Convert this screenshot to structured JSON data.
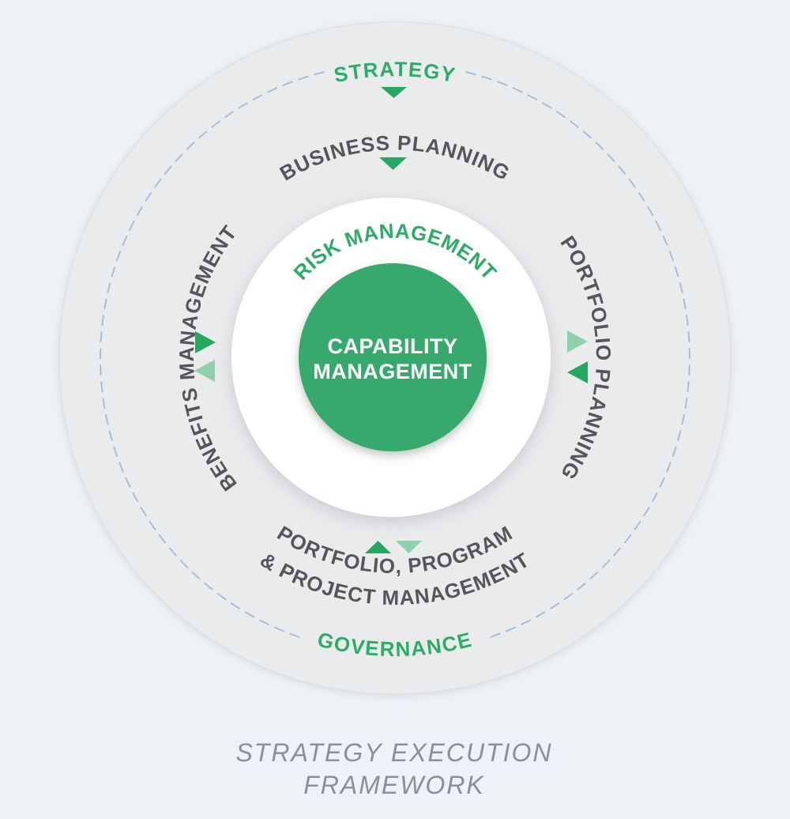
{
  "diagram": {
    "outer": {
      "strategy_label": "STRATEGY",
      "governance_label": "GOVERNANCE"
    },
    "ring": {
      "top_label": "BUSINESS PLANNING",
      "right_label": "PORTFOLIO PLANNING",
      "bottom_label_line1": "PORTFOLIO, PROGRAM",
      "bottom_label_line2": "& PROJECT MANAGEMENT",
      "left_label": "BENEFITS MANAGEMENT"
    },
    "inner": {
      "risk_label": "RISK MANAGEMENT"
    },
    "core": {
      "label_line1": "CAPABILITY",
      "label_line2": "MANAGEMENT"
    }
  },
  "caption": {
    "line1": "STRATEGY EXECUTION",
    "line2": "FRAMEWORK"
  },
  "colors": {
    "background": "#eef2f6",
    "outer_circle_fill": "#eaebed",
    "outer_circle_stroke": "#dcdee2",
    "dashed_circle": "#a5bedd",
    "accent_green": "#2eac67",
    "core_circle_fill": "#37a96c",
    "inner_circle_fill": "#ffffff",
    "core_text": "#ffffff",
    "arrow_dark": "#25a75f",
    "arrow_light": "#8fd1aa",
    "label_dark": "#55565a",
    "caption_gray": "#8a9097"
  }
}
